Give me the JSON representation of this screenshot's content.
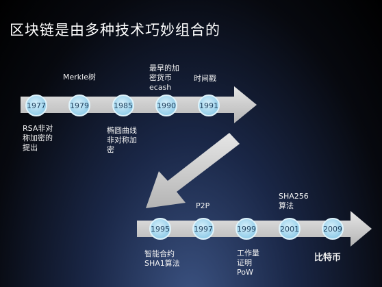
{
  "title": "区块链是由多种技术巧妙组合的",
  "timeline_top": {
    "years": [
      "1977",
      "1979",
      "1985",
      "1990",
      "1991"
    ],
    "labels": {
      "above_1979": "Merkle树",
      "above_1990": "最早的加\n密货币\necash",
      "above_1991": "时间戳",
      "below_1977": "RSA非对\n称加密的\n提出",
      "below_1985": "椭圆曲线\n非对称加\n密"
    }
  },
  "timeline_bottom": {
    "years": [
      "1995",
      "1997",
      "1999",
      "2001",
      "2009"
    ],
    "labels": {
      "above_1997": "P2P",
      "above_2001": "SHA256\n算法",
      "below_1995": "智能合约\nSHA1算法",
      "below_1999": "工作量\n证明\nPoW",
      "below_2009": "比特币"
    }
  },
  "colors": {
    "arrow": "#cfcfcf",
    "node_fill": "#a9d9f0",
    "node_ring": "#dff3fb",
    "year_text": "#1f3f5c"
  }
}
